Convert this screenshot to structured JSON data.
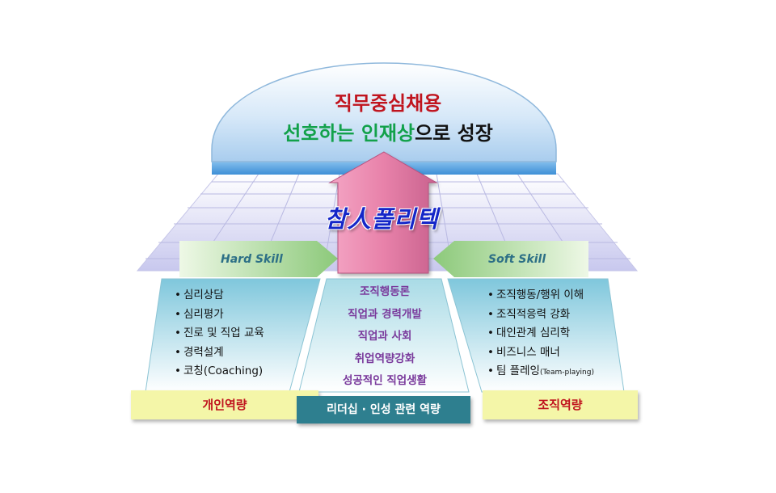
{
  "dome": {
    "line1": "직무중심채용",
    "line2_green1": "선호하는",
    "line2_green2": "인재상",
    "line2_black": "으로 성장"
  },
  "brand": "참人폴리텍",
  "hard_skill": "Hard Skill",
  "soft_skill": "Soft Skill",
  "left_list": [
    "심리상담",
    "심리평가",
    "진로 및 직업 교육",
    "경력설계",
    "코칭(Coaching)"
  ],
  "center_list": [
    "조직행동론",
    "직업과 경력개발",
    "직업과 사회",
    "취업역량강화",
    "성공적인 직업생활"
  ],
  "right_list": [
    "조직행동/행위 이해",
    "조직적응력 강화",
    "대인관계 심리학",
    "비즈니스 매너"
  ],
  "right_last": {
    "main": "팀 플레잉",
    "small": "(Team-playing)"
  },
  "bullet": "•",
  "left_label": "개인역량",
  "center_label": "리더십 · 인성 관련 역량",
  "right_label": "조직역량",
  "colors": {
    "dome_red": "#c0141e",
    "dome_green": "#12a14a",
    "brand_blue": "#1426c8",
    "center_purple": "#7a3a9c",
    "center_box": "#2f7f8f",
    "label_box": "#f4f6a8"
  }
}
